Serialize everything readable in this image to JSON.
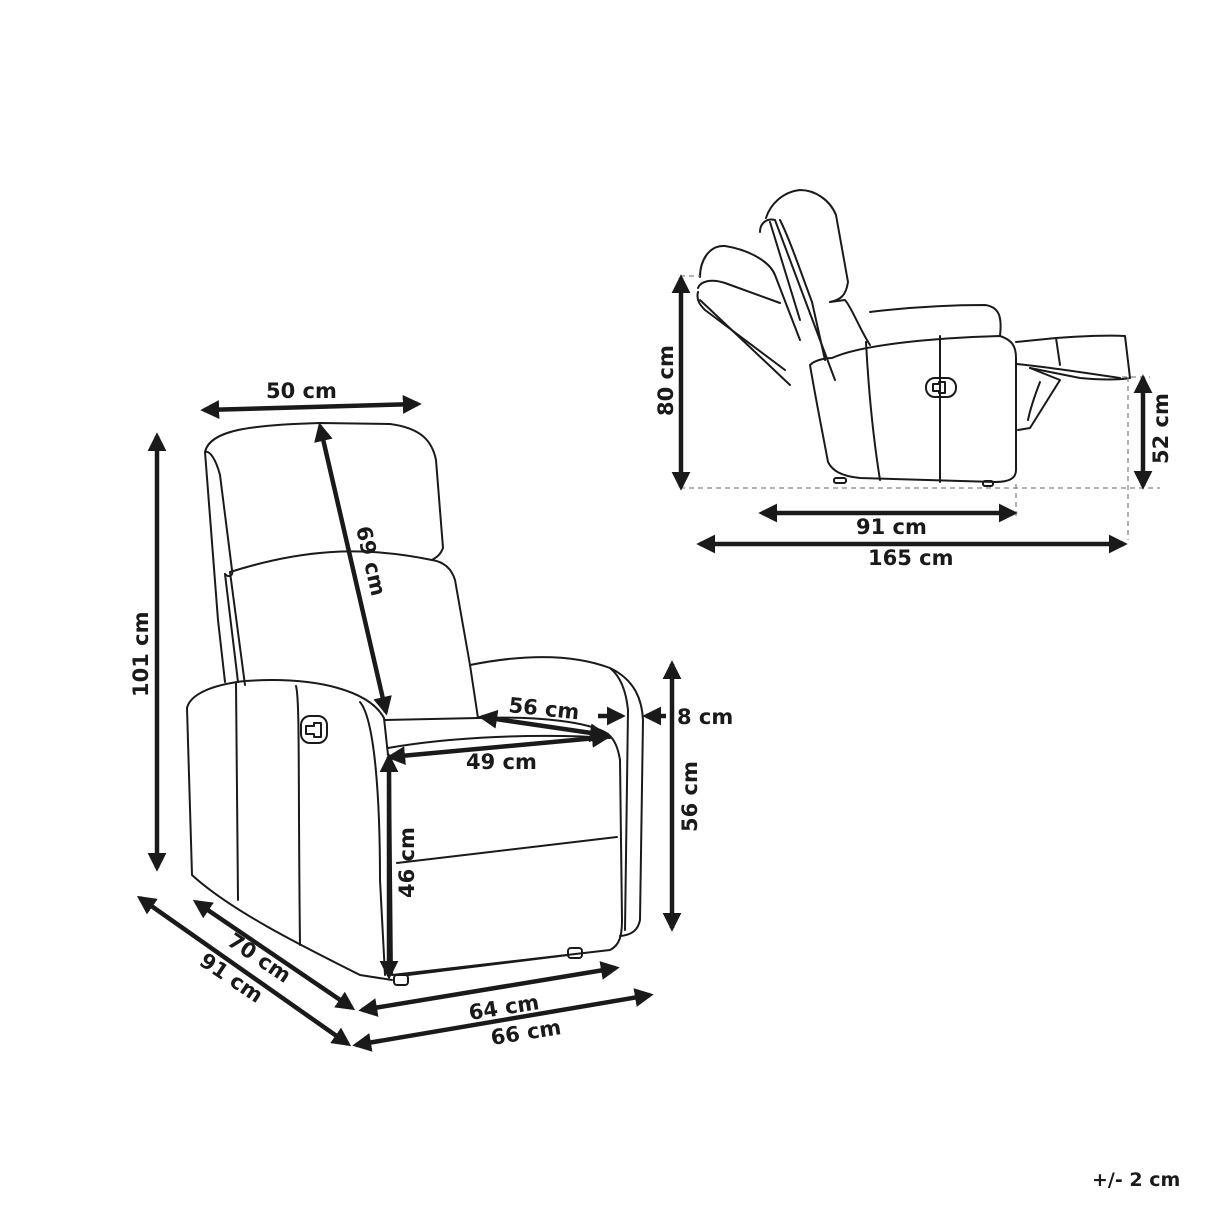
{
  "diagram": {
    "type": "product-dimension-drawing",
    "subject": "recliner armchair",
    "front_view": {
      "dimensions": {
        "headrest_width": "50 cm",
        "backrest_height": "69 cm",
        "total_height": "101 cm",
        "seat_depth": "56 cm",
        "seat_width": "49 cm",
        "armrest_width": "8 cm",
        "armrest_height": "56 cm",
        "seat_height": "46 cm",
        "depth_inner": "70 cm",
        "depth_total": "91 cm",
        "width_inner": "64 cm",
        "width_total": "66 cm"
      }
    },
    "side_view_reclined": {
      "dimensions": {
        "reclined_height": "80 cm",
        "footrest_height": "52 cm",
        "depth_upright": "91 cm",
        "length_reclined": "165 cm"
      }
    },
    "tolerance": "+/- 2 cm"
  }
}
